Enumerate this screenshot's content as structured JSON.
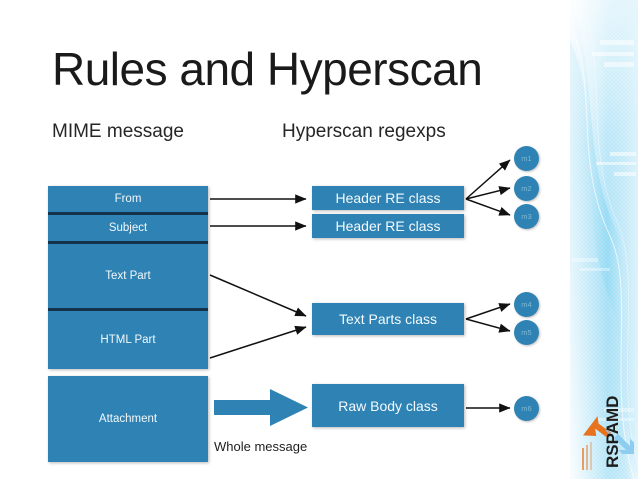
{
  "slide": {
    "title": "Rules and Hyperscan",
    "subheadings": {
      "left": "MIME message",
      "right": "Hyperscan regexps"
    },
    "whole_message_label": "Whole message"
  },
  "mime_message": {
    "segments": [
      {
        "id": "from",
        "label": "From"
      },
      {
        "id": "subject",
        "label": "Subject"
      },
      {
        "id": "text-part",
        "label": "Text Part"
      },
      {
        "id": "html-part",
        "label": "HTML Part"
      }
    ],
    "attachment": {
      "id": "attachment",
      "label": "Attachment"
    }
  },
  "hyperscan_classes": [
    {
      "id": "header-re-class-1",
      "label": "Header RE class"
    },
    {
      "id": "header-re-class-2",
      "label": "Header RE class"
    },
    {
      "id": "text-parts-class",
      "label": "Text Parts class"
    },
    {
      "id": "raw-body-class",
      "label": "Raw Body class"
    }
  ],
  "matches": [
    {
      "id": "m1",
      "label": "m1"
    },
    {
      "id": "m2",
      "label": "m2"
    },
    {
      "id": "m3",
      "label": "m3"
    },
    {
      "id": "m4",
      "label": "m4"
    },
    {
      "id": "m5",
      "label": "m5"
    },
    {
      "id": "m6",
      "label": "m6"
    }
  ],
  "logo": {
    "text": "RSPAMD",
    "arrow_up_color": "#e8731e",
    "arrow_down_color": "#8ecdf0"
  },
  "colors": {
    "box_blue": "#2e83b4",
    "divider_dark": "#12334a",
    "side_strip_blue": "#8fd8f3",
    "text_dark": "#1a1a1a",
    "box_label": "#f4fafd"
  }
}
